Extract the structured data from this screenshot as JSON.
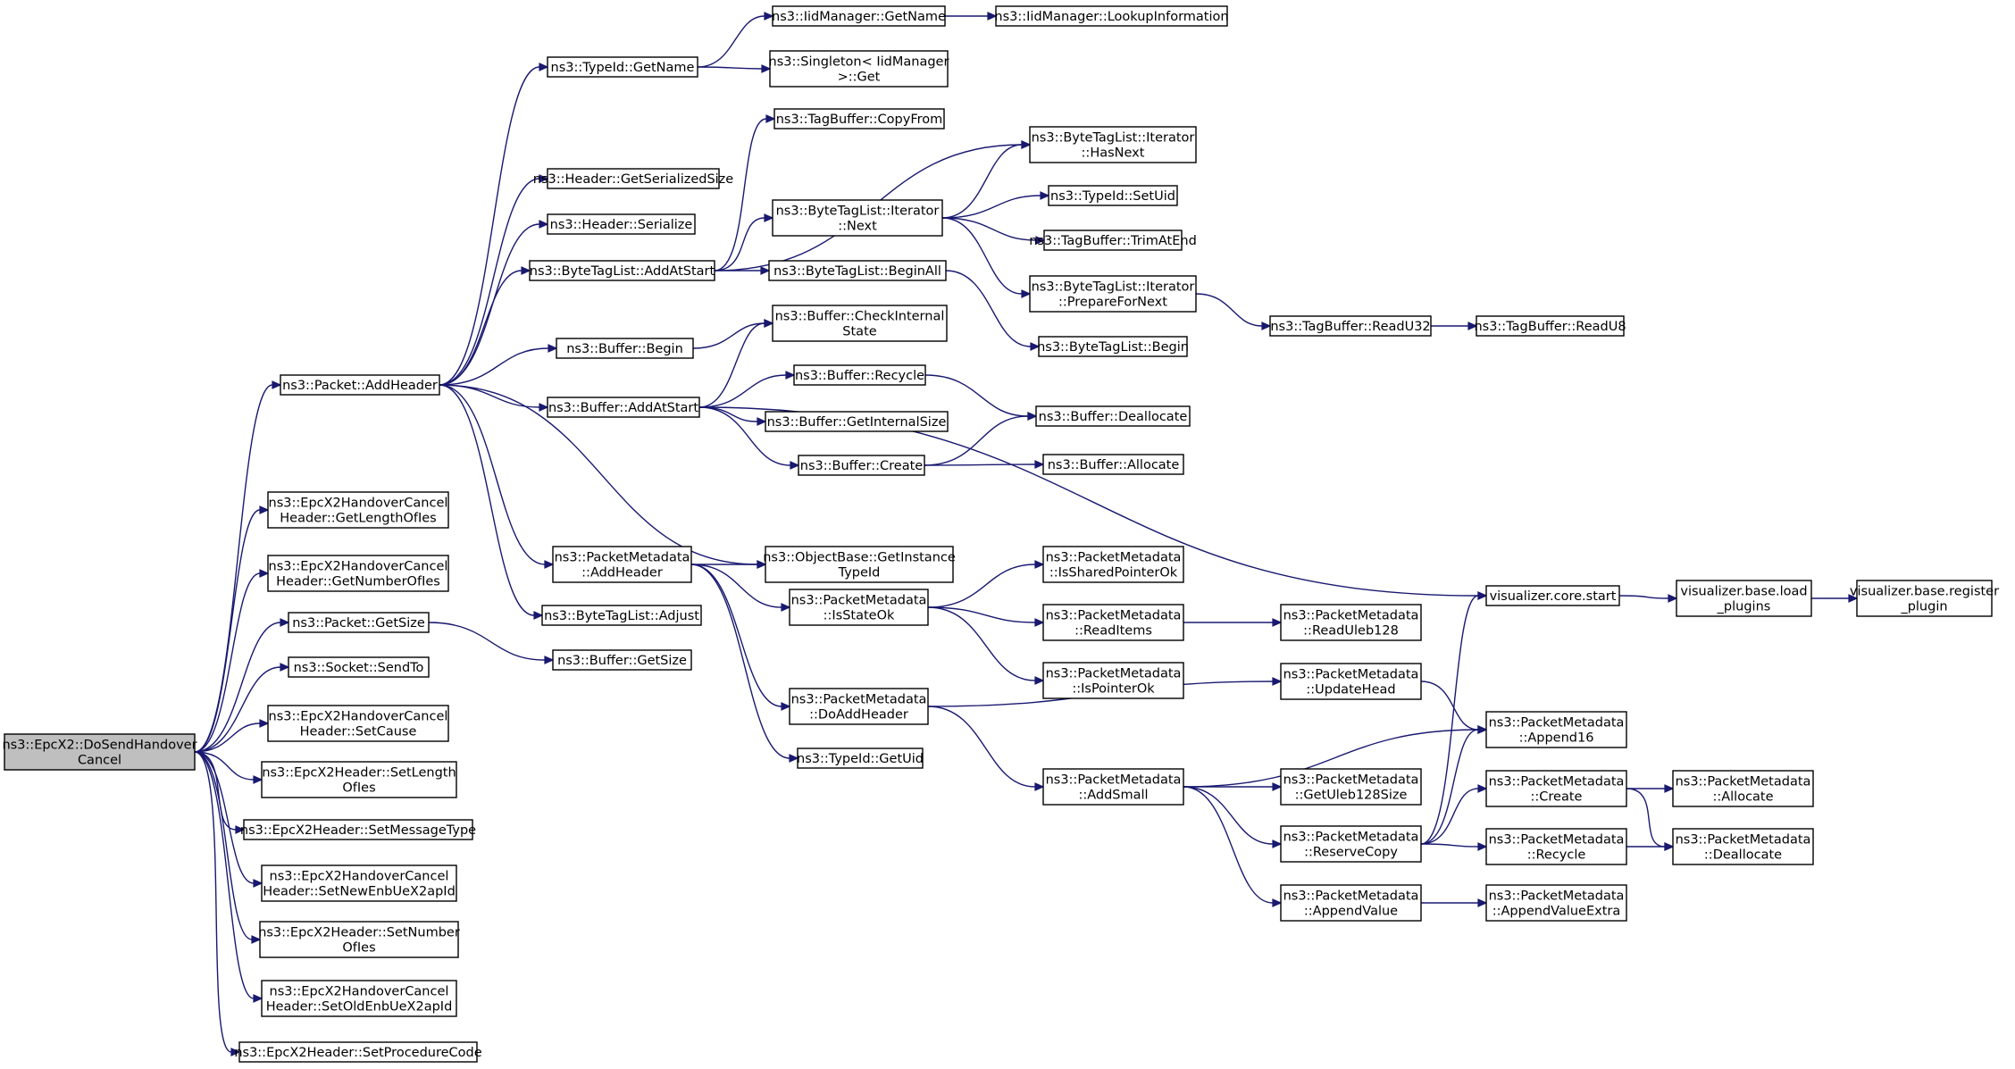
{
  "graph": {
    "colors": {
      "edge": "#191970",
      "node_border": "#000000",
      "root_fill": "#bfbfbf",
      "node_fill": "#ffffff"
    },
    "nodes": [
      {
        "id": "root",
        "lines": [
          "ns3::EpcX2::DoSendHandover",
          "Cancel"
        ]
      },
      {
        "id": "addhdr",
        "lines": [
          "ns3::Packet::AddHeader"
        ]
      },
      {
        "id": "gloi",
        "lines": [
          "ns3::EpcX2HandoverCancel",
          "Header::GetLengthOfIes"
        ]
      },
      {
        "id": "gnoi",
        "lines": [
          "ns3::EpcX2HandoverCancel",
          "Header::GetNumberOfIes"
        ]
      },
      {
        "id": "pgsize",
        "lines": [
          "ns3::Packet::GetSize"
        ]
      },
      {
        "id": "sendto",
        "lines": [
          "ns3::Socket::SendTo"
        ]
      },
      {
        "id": "setcause",
        "lines": [
          "ns3::EpcX2HandoverCancel",
          "Header::SetCause"
        ]
      },
      {
        "id": "setlen",
        "lines": [
          "ns3::EpcX2Header::SetLength",
          "OfIes"
        ]
      },
      {
        "id": "setmt",
        "lines": [
          "ns3::EpcX2Header::SetMessageType"
        ]
      },
      {
        "id": "setnew",
        "lines": [
          "ns3::EpcX2HandoverCancel",
          "Header::SetNewEnbUeX2apId"
        ]
      },
      {
        "id": "setnum",
        "lines": [
          "ns3::EpcX2Header::SetNumber",
          "OfIes"
        ]
      },
      {
        "id": "setold",
        "lines": [
          "ns3::EpcX2HandoverCancel",
          "Header::SetOldEnbUeX2apId"
        ]
      },
      {
        "id": "setpc",
        "lines": [
          "ns3::EpcX2Header::SetProcedureCode"
        ]
      },
      {
        "id": "tgn",
        "lines": [
          "ns3::TypeId::GetName"
        ]
      },
      {
        "id": "hgss",
        "lines": [
          "ns3::Header::GetSerializedSize"
        ]
      },
      {
        "id": "hser",
        "lines": [
          "ns3::Header::Serialize"
        ]
      },
      {
        "id": "btlaas",
        "lines": [
          "ns3::ByteTagList::AddAtStart"
        ]
      },
      {
        "id": "bbegin",
        "lines": [
          "ns3::Buffer::Begin"
        ]
      },
      {
        "id": "baas",
        "lines": [
          "ns3::Buffer::AddAtStart"
        ]
      },
      {
        "id": "pmah",
        "lines": [
          "ns3::PacketMetadata",
          "::AddHeader"
        ]
      },
      {
        "id": "btladj",
        "lines": [
          "ns3::ByteTagList::Adjust"
        ]
      },
      {
        "id": "bgsize",
        "lines": [
          "ns3::Buffer::GetSize"
        ]
      },
      {
        "id": "iidgn",
        "lines": [
          "ns3::IidManager::GetName"
        ]
      },
      {
        "id": "iidli",
        "lines": [
          "ns3::IidManager::LookupInformation"
        ]
      },
      {
        "id": "singget",
        "lines": [
          "ns3::Singleton< IidManager",
          ">::Get"
        ]
      },
      {
        "id": "tbcf",
        "lines": [
          "ns3::TagBuffer::CopyFrom"
        ]
      },
      {
        "id": "itnext",
        "lines": [
          "ns3::ByteTagList::Iterator",
          "::Next"
        ]
      },
      {
        "id": "btlba",
        "lines": [
          "ns3::ByteTagList::BeginAll"
        ]
      },
      {
        "id": "bcis",
        "lines": [
          "ns3::Buffer::CheckInternal",
          "State"
        ]
      },
      {
        "id": "brec",
        "lines": [
          "ns3::Buffer::Recycle"
        ]
      },
      {
        "id": "bgis",
        "lines": [
          "ns3::Buffer::GetInternalSize"
        ]
      },
      {
        "id": "bcreate",
        "lines": [
          "ns3::Buffer::Create"
        ]
      },
      {
        "id": "obgit",
        "lines": [
          "ns3::ObjectBase::GetInstance",
          "TypeId"
        ]
      },
      {
        "id": "pmiso",
        "lines": [
          "ns3::PacketMetadata",
          "::IsStateOk"
        ]
      },
      {
        "id": "pmdah",
        "lines": [
          "ns3::PacketMetadata",
          "::DoAddHeader"
        ]
      },
      {
        "id": "tgetuid",
        "lines": [
          "ns3::TypeId::GetUid"
        ]
      },
      {
        "id": "ithn",
        "lines": [
          "ns3::ByteTagList::Iterator",
          "::HasNext"
        ]
      },
      {
        "id": "setuid",
        "lines": [
          "ns3::TypeId::SetUid"
        ]
      },
      {
        "id": "tbtae",
        "lines": [
          "ns3::TagBuffer::TrimAtEnd"
        ]
      },
      {
        "id": "itpfn",
        "lines": [
          "ns3::ByteTagList::Iterator",
          "::PrepareForNext"
        ]
      },
      {
        "id": "btlbeg",
        "lines": [
          "ns3::ByteTagList::Begin"
        ]
      },
      {
        "id": "bdealloc",
        "lines": [
          "ns3::Buffer::Deallocate"
        ]
      },
      {
        "id": "balloc",
        "lines": [
          "ns3::Buffer::Allocate"
        ]
      },
      {
        "id": "pmisp",
        "lines": [
          "ns3::PacketMetadata",
          "::IsSharedPointerOk"
        ]
      },
      {
        "id": "pmri",
        "lines": [
          "ns3::PacketMetadata",
          "::ReadItems"
        ]
      },
      {
        "id": "pmipo",
        "lines": [
          "ns3::PacketMetadata",
          "::IsPointerOk"
        ]
      },
      {
        "id": "pmas",
        "lines": [
          "ns3::PacketMetadata",
          "::AddSmall"
        ]
      },
      {
        "id": "tbru32",
        "lines": [
          "ns3::TagBuffer::ReadU32"
        ]
      },
      {
        "id": "tbru8",
        "lines": [
          "ns3::TagBuffer::ReadU8"
        ]
      },
      {
        "id": "vcs",
        "lines": [
          "visualizer.core.start"
        ]
      },
      {
        "id": "pmrul",
        "lines": [
          "ns3::PacketMetadata",
          "::ReadUleb128"
        ]
      },
      {
        "id": "pmuh",
        "lines": [
          "ns3::PacketMetadata",
          "::UpdateHead"
        ]
      },
      {
        "id": "pmgul",
        "lines": [
          "ns3::PacketMetadata",
          "::GetUleb128Size"
        ]
      },
      {
        "id": "pmrc",
        "lines": [
          "ns3::PacketMetadata",
          "::ReserveCopy"
        ]
      },
      {
        "id": "pmav",
        "lines": [
          "ns3::PacketMetadata",
          "::AppendValue"
        ]
      },
      {
        "id": "vblp",
        "lines": [
          "visualizer.base.load",
          "_plugins"
        ]
      },
      {
        "id": "vbrp",
        "lines": [
          "visualizer.base.register",
          "_plugin"
        ]
      },
      {
        "id": "pma16",
        "lines": [
          "ns3::PacketMetadata",
          "::Append16"
        ]
      },
      {
        "id": "pmcreate",
        "lines": [
          "ns3::PacketMetadata",
          "::Create"
        ]
      },
      {
        "id": "pmrec",
        "lines": [
          "ns3::PacketMetadata",
          "::Recycle"
        ]
      },
      {
        "id": "pmave",
        "lines": [
          "ns3::PacketMetadata",
          "::AppendValueExtra"
        ]
      },
      {
        "id": "pmalloc",
        "lines": [
          "ns3::PacketMetadata",
          "::Allocate"
        ]
      },
      {
        "id": "pmdealloc",
        "lines": [
          "ns3::PacketMetadata",
          "::Deallocate"
        ]
      }
    ],
    "edges": [
      [
        "root",
        "addhdr"
      ],
      [
        "root",
        "gloi"
      ],
      [
        "root",
        "gnoi"
      ],
      [
        "root",
        "pgsize"
      ],
      [
        "root",
        "sendto"
      ],
      [
        "root",
        "setcause"
      ],
      [
        "root",
        "setlen"
      ],
      [
        "root",
        "setmt"
      ],
      [
        "root",
        "setnew"
      ],
      [
        "root",
        "setnum"
      ],
      [
        "root",
        "setold"
      ],
      [
        "root",
        "setpc"
      ],
      [
        "addhdr",
        "tgn"
      ],
      [
        "addhdr",
        "hgss"
      ],
      [
        "addhdr",
        "hser"
      ],
      [
        "addhdr",
        "btlaas"
      ],
      [
        "addhdr",
        "bbegin"
      ],
      [
        "addhdr",
        "baas"
      ],
      [
        "addhdr",
        "pmah"
      ],
      [
        "addhdr",
        "btladj"
      ],
      [
        "addhdr",
        "obgit"
      ],
      [
        "pgsize",
        "bgsize"
      ],
      [
        "tgn",
        "iidgn"
      ],
      [
        "tgn",
        "singget"
      ],
      [
        "iidgn",
        "iidli"
      ],
      [
        "btlaas",
        "tbcf"
      ],
      [
        "btlaas",
        "ithn"
      ],
      [
        "btlaas",
        "itnext"
      ],
      [
        "btlaas",
        "btlba"
      ],
      [
        "itnext",
        "ithn"
      ],
      [
        "itnext",
        "setuid"
      ],
      [
        "itnext",
        "tbtae"
      ],
      [
        "itnext",
        "itpfn"
      ],
      [
        "itpfn",
        "tbru32"
      ],
      [
        "tbru32",
        "tbru8"
      ],
      [
        "btlba",
        "btlbeg"
      ],
      [
        "bbegin",
        "bcis"
      ],
      [
        "baas",
        "bcis"
      ],
      [
        "baas",
        "brec"
      ],
      [
        "baas",
        "bgis"
      ],
      [
        "baas",
        "bcreate"
      ],
      [
        "baas",
        "vcs"
      ],
      [
        "brec",
        "bdealloc"
      ],
      [
        "bcreate",
        "bdealloc"
      ],
      [
        "bcreate",
        "balloc"
      ],
      [
        "pmah",
        "obgit"
      ],
      [
        "pmah",
        "pmiso"
      ],
      [
        "pmah",
        "pmdah"
      ],
      [
        "pmah",
        "tgetuid"
      ],
      [
        "pmiso",
        "pmisp"
      ],
      [
        "pmiso",
        "pmri"
      ],
      [
        "pmiso",
        "pmipo"
      ],
      [
        "pmri",
        "pmrul"
      ],
      [
        "pmdah",
        "pmuh"
      ],
      [
        "pmdah",
        "pmas"
      ],
      [
        "pmuh",
        "pma16"
      ],
      [
        "pmas",
        "pma16"
      ],
      [
        "pmas",
        "pmgul"
      ],
      [
        "pmas",
        "pmrc"
      ],
      [
        "pmas",
        "pmav"
      ],
      [
        "pmrc",
        "vcs"
      ],
      [
        "pmrc",
        "pma16"
      ],
      [
        "pmrc",
        "pmcreate"
      ],
      [
        "pmrc",
        "pmrec"
      ],
      [
        "pmcreate",
        "pmalloc"
      ],
      [
        "pmcreate",
        "pmdealloc"
      ],
      [
        "pmrec",
        "pmdealloc"
      ],
      [
        "pmav",
        "pmave"
      ],
      [
        "vcs",
        "vblp"
      ],
      [
        "vblp",
        "vbrp"
      ]
    ]
  }
}
